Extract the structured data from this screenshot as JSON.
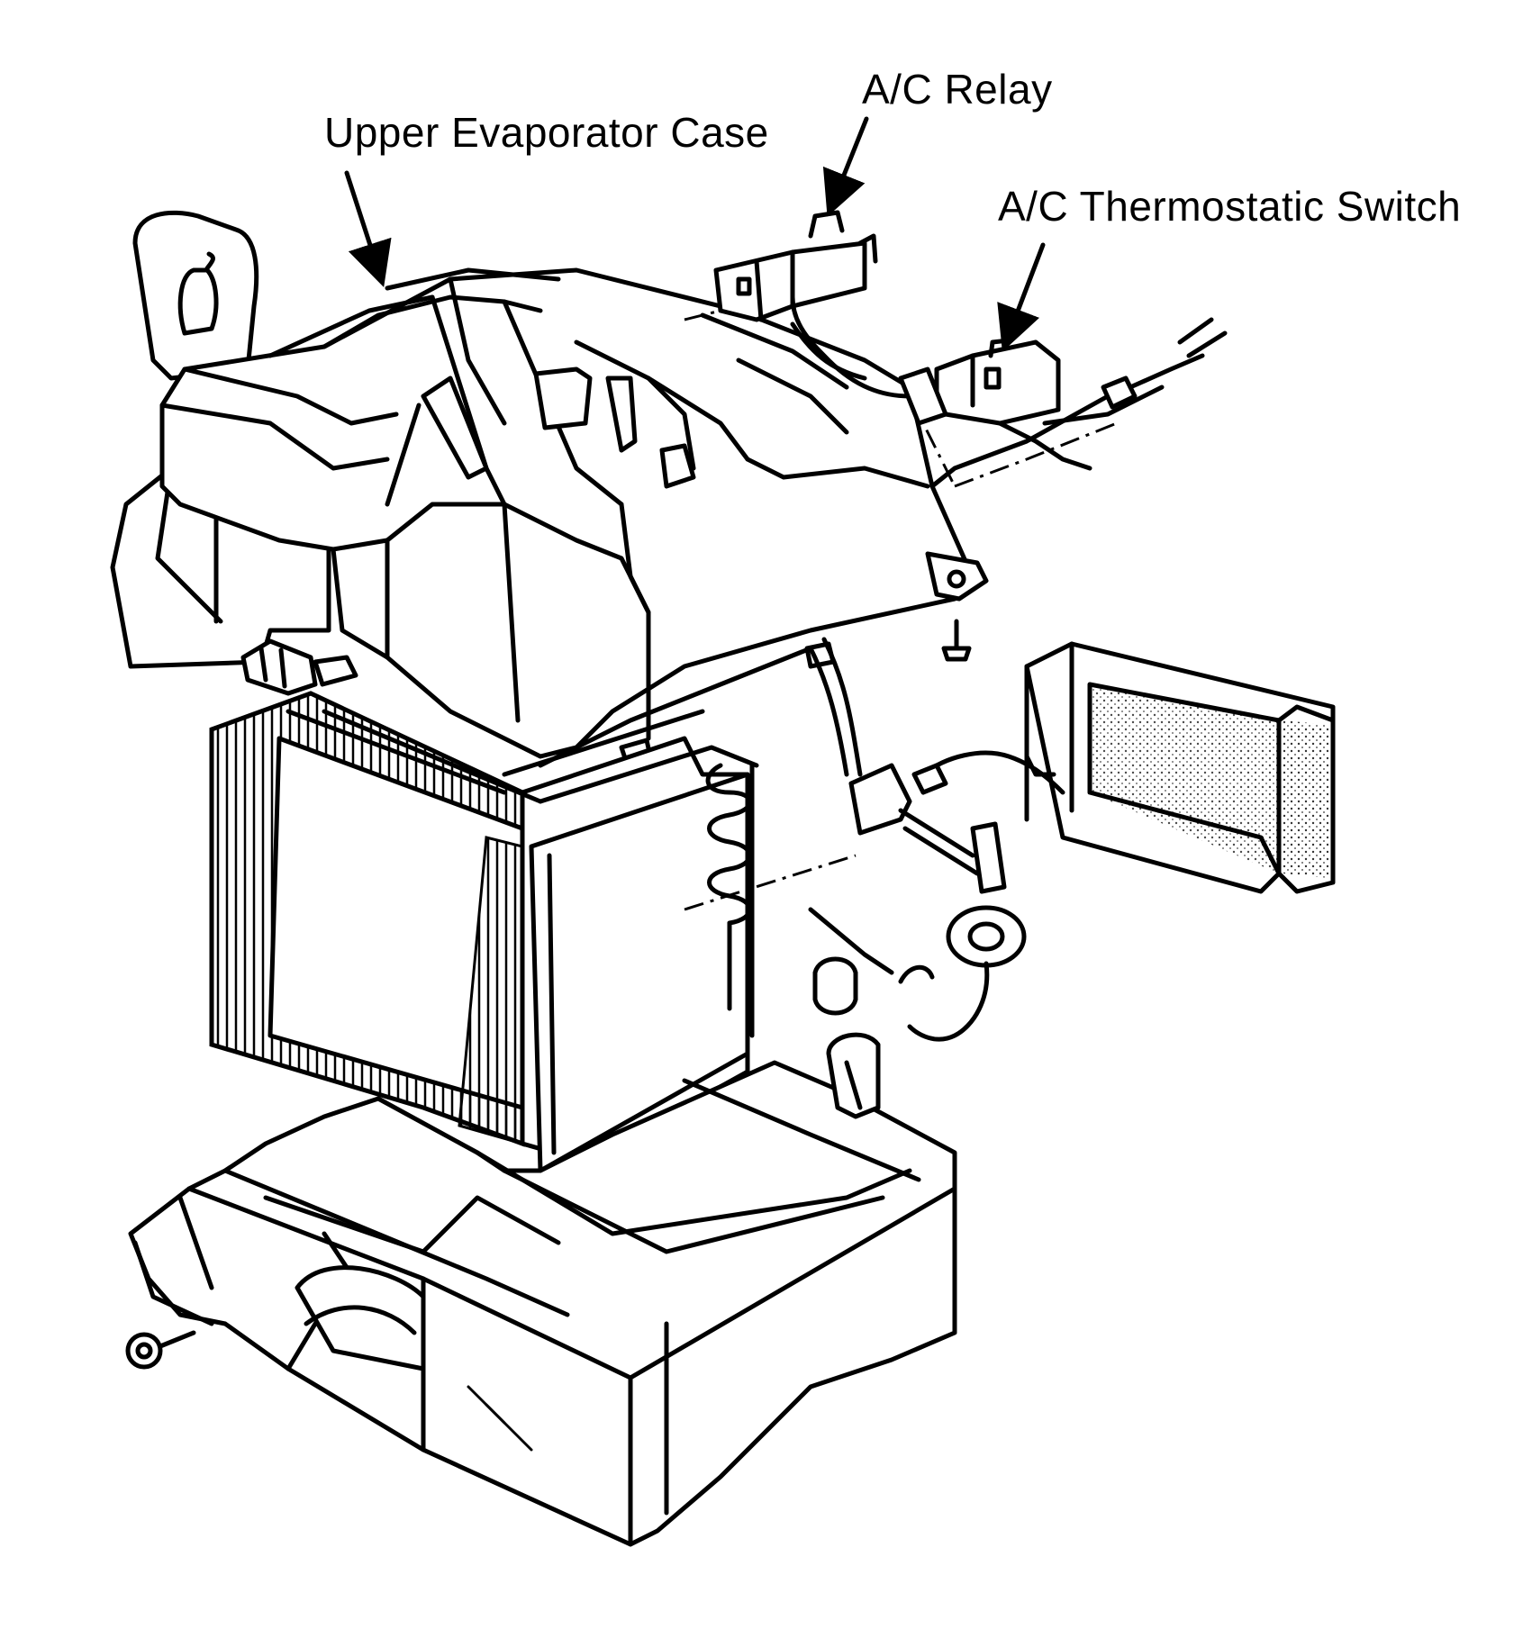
{
  "labels": {
    "upper_case": "Upper Evaporator Case",
    "relay": "A/C Relay",
    "thermostatic_switch": "A/C Thermostatic Switch"
  },
  "colors": {
    "ink": "#000000",
    "paper": "#ffffff"
  }
}
